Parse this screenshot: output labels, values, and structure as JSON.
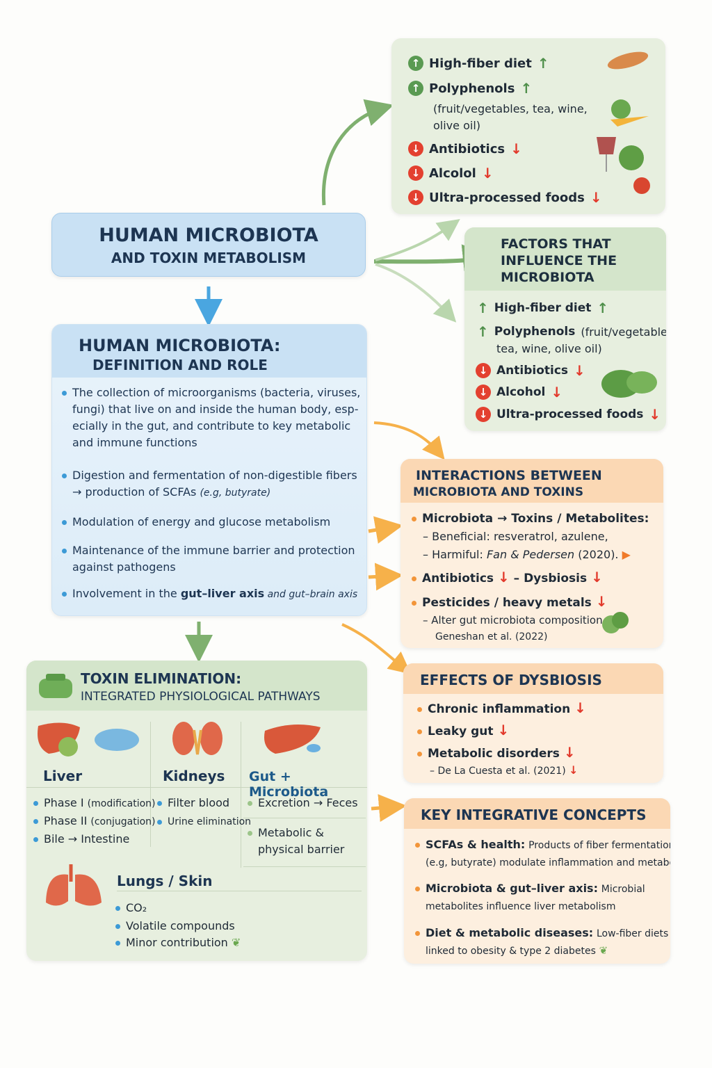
{
  "title": {
    "line1": "HUMAN MICROBIOTA",
    "line2": "AND TOXIN METABOLISM"
  },
  "top_factors": {
    "items": [
      {
        "label": "High-fiber diet",
        "dir": "up"
      },
      {
        "label": "Polyphenols",
        "dir": "up",
        "note": "(fruit/vegetables, tea, wine,",
        "note2": "olive oil)"
      },
      {
        "label": "Antibiotics",
        "dir": "down"
      },
      {
        "label": "Alcolol",
        "dir": "down"
      },
      {
        "label": "Ultra-processed foods",
        "dir": "down"
      }
    ]
  },
  "factors": {
    "title1": "FACTORS THAT",
    "title2": "INFLUENCE THE",
    "title3": "MICROBIOTA",
    "items": [
      {
        "label": "High-fiber diet"
      },
      {
        "label": "Polyphenols",
        "note": "(fruit/vegetables,",
        "note2": "tea, wine, olive oil)"
      },
      {
        "label": "Antibiotics"
      },
      {
        "label": "Alcohol"
      },
      {
        "label": "Ultra-processed foods"
      }
    ]
  },
  "definition": {
    "title1": "HUMAN MICROBIOTA:",
    "title2": "DEFINITION AND ROLE",
    "b1": [
      "The collection of microorganisms (bacteria, viruses,",
      "fungi) that live on and inside the human body, esp-",
      "ecially in the gut, and contribute to key metabolic",
      "and immune functions"
    ],
    "b2": [
      "Digestion and fermentation of non-digestible fibers",
      "→ production of SCFAs",
      "(e.g, butyrate)"
    ],
    "b3": "Modulation of energy and glucose metabolism",
    "b4": [
      "Maintenance of the immune barrier and protection",
      "against pathogens"
    ],
    "b5": {
      "pre": "Involvement in the ",
      "bold": "gut–liver  axis",
      "post": " and gut–brain axis"
    }
  },
  "interactions": {
    "title1": "INTERACTIONS BETWEEN",
    "title2": "MICROBIOTA AND TOXINS",
    "i1": "Microbiota → Toxins / Metabolites:",
    "i1a": "– Beneficial: resveratrol, azulene,",
    "i1b_pre": "– Harmiful: ",
    "i1b_it": "Fan & Pedersen",
    "i1b_post": " (2020).",
    "i2a": "Antibiotics",
    "i2b": "– Dysbiosis",
    "i3": "Pesticides / heavy metals",
    "i3a": "– Alter gut microbiota composition",
    "i3b": "Geneshan et al. (2022)"
  },
  "dysbiosis": {
    "title": "EFFECTS OF DYSBIOSIS",
    "items": [
      "Chronic inflammation",
      "Leaky gut",
      "Metabolic disorders"
    ],
    "ref": "– De La Cuesta et al. (2021)"
  },
  "concepts": {
    "title": "KEY INTEGRATIVE CONCEPTS",
    "items": [
      {
        "bold": "SCFAs & health:",
        "text": "Products of fiber fermentation",
        "text2": "(e.g, butyrate) modulate inflammation and metabolism"
      },
      {
        "bold": "Microbiota & gut–liver axis:",
        "text": "Microbial",
        "text2": "metabolites influence liver metabolism"
      },
      {
        "bold": "Diet & metabolic diseases:",
        "text": "Low-fiber diets",
        "text2": "linked to obesity & type 2 diabetes"
      }
    ]
  },
  "elimination": {
    "title1": "TOXIN ELIMINATION:",
    "title2": "INTEGRATED PHYSIOLOGICAL PATHWAYS",
    "liver": {
      "name": "Liver",
      "items": [
        {
          "a": "Phase I ",
          "b": "(modification)"
        },
        {
          "a": "Phase II ",
          "b": "(conjugation)"
        },
        {
          "a": "Bile → Intestine",
          "b": ""
        }
      ]
    },
    "kidneys": {
      "name": "Kidneys",
      "items": [
        "Filter blood",
        "Urine elimination"
      ]
    },
    "gut": {
      "name": "Gut + Microbiota",
      "items": [
        "Excretion → Feces",
        "Metabolic &",
        "physical barrier"
      ]
    },
    "lungs": {
      "name": "Lungs / Skin",
      "items": [
        "CO₂",
        "Volatile compounds",
        "Minor contribution"
      ]
    }
  },
  "colors": {
    "up": "#4f8f4a",
    "down": "#e2392b",
    "blue": "#c9e1f4",
    "green": "#d4e5cb",
    "peach": "#fbd8b4"
  }
}
